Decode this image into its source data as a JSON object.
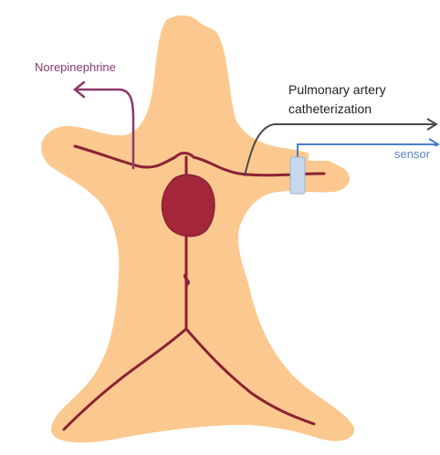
{
  "labels": {
    "drug": "Norepinephrine",
    "catheter_line1": "Pulmonary artery",
    "catheter_line2": "catheterization",
    "sensor": "sensor"
  },
  "colors": {
    "body": "#fbc98f",
    "vessel": "#8b2234",
    "heart": "#a3263a",
    "drug_line": "#8b3a6b",
    "drug_text": "#8b3a6b",
    "catheter_line": "#4a4a4a",
    "catheter_text": "#222222",
    "sensor_line": "#4a7fc8",
    "sensor_text": "#5b86c8",
    "sensor_block": "#c6d8ec"
  }
}
